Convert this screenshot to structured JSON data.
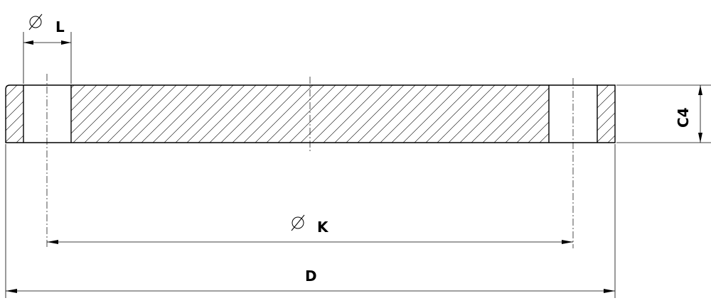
{
  "dimensions": {
    "hole_diameter": {
      "symbol": "diameter",
      "label": "L"
    },
    "bolt_circle": {
      "symbol": "diameter",
      "label": "K"
    },
    "outer_diameter": {
      "label": "D"
    },
    "thickness": {
      "label": "C4"
    }
  }
}
